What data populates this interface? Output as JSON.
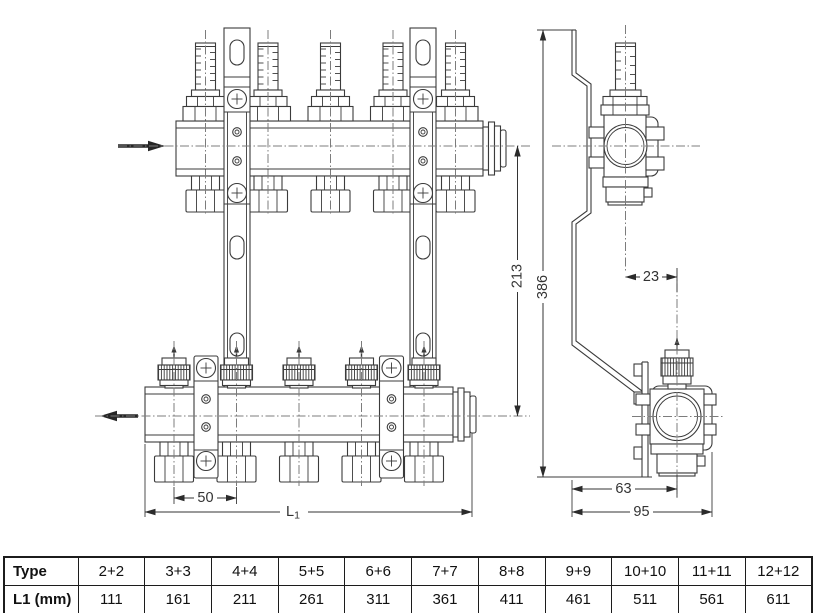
{
  "drawing": {
    "front_view": {
      "dim_outlet_spacing": "50",
      "dim_length_label": "L",
      "dim_length_subscript": "1",
      "dim_axis_distance": "213"
    },
    "side_view": {
      "dim_total_height": "386",
      "dim_axis_offset": "23",
      "dim_wall_to_axis": "63",
      "dim_total_depth": "95"
    },
    "icons": {
      "flow_supply_arrow": "→",
      "flow_return_arrow": "←"
    }
  },
  "table": {
    "row_type_label": "Type",
    "row_l1_label": "L1 (mm)",
    "types": [
      "2+2",
      "3+3",
      "4+4",
      "5+5",
      "6+6",
      "7+7",
      "8+8",
      "9+9",
      "10+10",
      "11+11",
      "12+12"
    ],
    "l1_values": [
      "111",
      "161",
      "211",
      "261",
      "311",
      "361",
      "411",
      "461",
      "511",
      "561",
      "611"
    ]
  },
  "colors": {
    "line": "#3b3b3b",
    "centerline": "#7c7c7c",
    "dimension_text": "#333333",
    "table_border": "#1c1c1c",
    "background": "#ffffff"
  }
}
